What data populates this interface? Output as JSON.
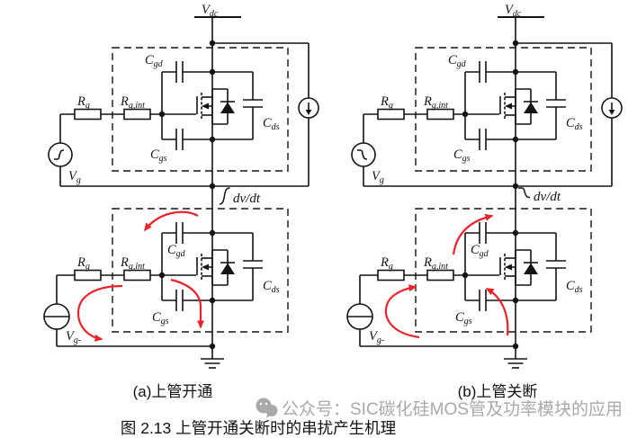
{
  "figure": {
    "caption": "图 2.13  上管开通关断时的串扰产生机理",
    "panel_a_label": "(a)上管开通",
    "panel_b_label": "(b)上管关断"
  },
  "watermark": {
    "icon": "wechat-icon",
    "text": "公众号：SIC碳化硅MOS管及功率模块的应用"
  },
  "labels": {
    "vdc": {
      "base": "V",
      "sub": "dc"
    },
    "rg": {
      "base": "R",
      "sub": "g"
    },
    "rgint": {
      "base": "R",
      "sub": "g,int"
    },
    "cgd": {
      "base": "C",
      "sub": "gd"
    },
    "cgs": {
      "base": "C",
      "sub": "gs"
    },
    "cds": {
      "base": "C",
      "sub": "ds"
    },
    "vg": {
      "base": "V",
      "sub": "g"
    },
    "vg_neg": {
      "base": "V",
      "sub": "g-"
    },
    "dvdt": "dv/dt"
  },
  "colors": {
    "wire": "#141414",
    "arrow": "#e8232a",
    "watermark": "#a9a9a9",
    "caption": "#111111"
  }
}
